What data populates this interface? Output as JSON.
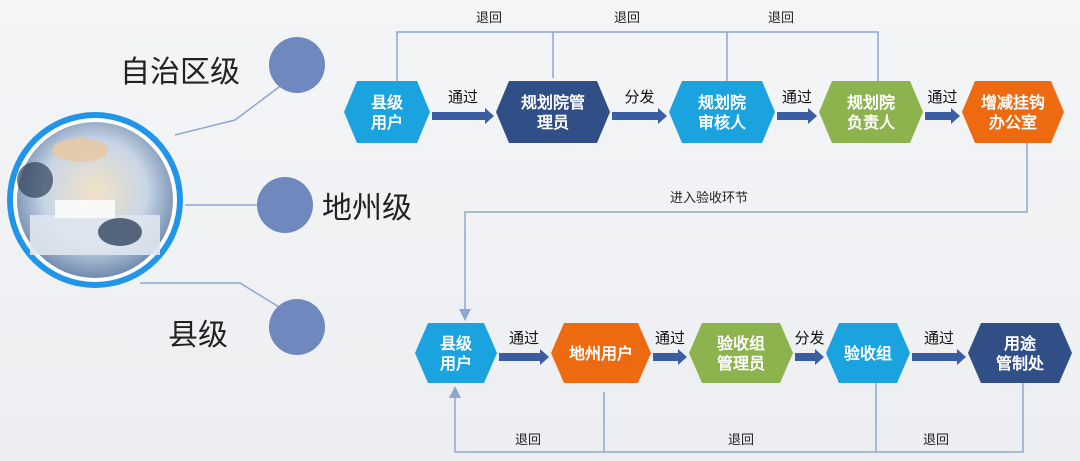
{
  "levels": [
    "自治区级",
    "地州级",
    "县级"
  ],
  "top_flow": {
    "nodes": [
      {
        "lines": [
          "县级",
          "用户"
        ],
        "color": "#1aa3df"
      },
      {
        "lines": [
          "规划院管",
          "理员"
        ],
        "color": "#2f4f86"
      },
      {
        "lines": [
          "规划院",
          "审核人"
        ],
        "color": "#1aa3df"
      },
      {
        "lines": [
          "规划院",
          "负责人"
        ],
        "color": "#8db34f"
      },
      {
        "lines": [
          "增减挂钩",
          "办公室"
        ],
        "color": "#ee6a10"
      }
    ],
    "edges": [
      "通过",
      "分发",
      "通过",
      "通过"
    ],
    "returns": [
      "退回",
      "退回",
      "退回"
    ]
  },
  "transition_label": "进入验收环节",
  "bottom_flow": {
    "nodes": [
      {
        "lines": [
          "县级",
          "用户"
        ],
        "color": "#1aa3df"
      },
      {
        "lines": [
          "地州用户"
        ],
        "color": "#ee6a10"
      },
      {
        "lines": [
          "验收组",
          "管理员"
        ],
        "color": "#8db34f"
      },
      {
        "lines": [
          "验收组"
        ],
        "color": "#1aa3df"
      },
      {
        "lines": [
          "用途",
          "管制处"
        ],
        "color": "#2f4f86"
      }
    ],
    "edges": [
      "通过",
      "通过",
      "分发",
      "通过"
    ],
    "returns": [
      "退回",
      "退回",
      "退回"
    ]
  },
  "colors": {
    "level_dot": "#6f88bd",
    "connector": "#8fa7cf",
    "arrow": "#3b5ea3",
    "photo_ring": "#2196e9"
  },
  "icons": [
    "handshake-photo"
  ]
}
